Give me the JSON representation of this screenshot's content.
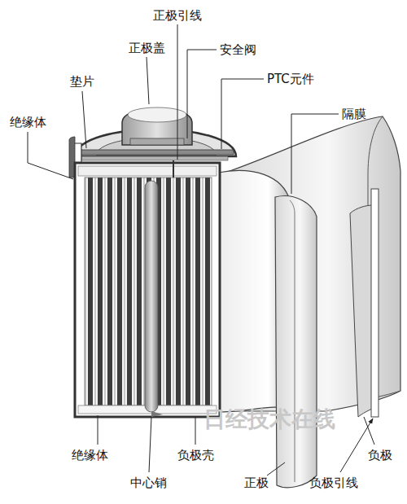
{
  "diagram": {
    "labels": [
      "正极引线",
      "正极盖",
      "安全阀",
      "垫片",
      "PTC元件",
      "绝缘体",
      "隔膜",
      "绝缘体",
      "负极壳",
      "中心销",
      "正极",
      "负极引线",
      "负极",
      "日经技术在线"
    ]
  }
}
